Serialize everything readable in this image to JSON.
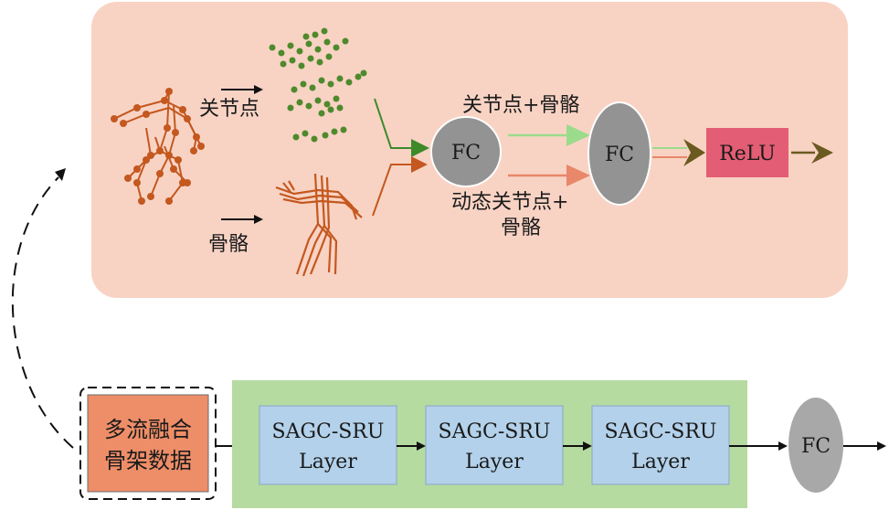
{
  "top_panel": {
    "joint_label": "关节点",
    "bone_label": "骨骼",
    "fc1_label": "FC",
    "fc2_label": "FC",
    "relu_label": "ReLU",
    "joint_bone_label": "关节点+骨骼",
    "dynamic_label_line1": "动态关节点+",
    "dynamic_label_line2": "骨骼"
  },
  "bottom_row": {
    "input_line1": "多流融合",
    "input_line2": "骨架数据",
    "layers": [
      {
        "line1": "SAGC-SRU",
        "line2": "Layer"
      },
      {
        "line1": "SAGC-SRU",
        "line2": "Layer"
      },
      {
        "line1": "SAGC-SRU",
        "line2": "Layer"
      }
    ],
    "fc_label": "FC"
  },
  "colors": {
    "panel_bg": "#f8d3c4",
    "green_panel": "#b6dba1",
    "layer_box": "#b3d1ea",
    "input_box": "#ee8e68",
    "relu_box": "#e35d74",
    "fc_gray": "#939393",
    "skeleton": "#c4581f",
    "dots": "#4e8a2c",
    "arrow_green": "#3d8a2b",
    "arrow_light_green": "#9bdb8c",
    "arrow_orange": "#e8876a",
    "arrow_olive": "#6b5a1f"
  }
}
